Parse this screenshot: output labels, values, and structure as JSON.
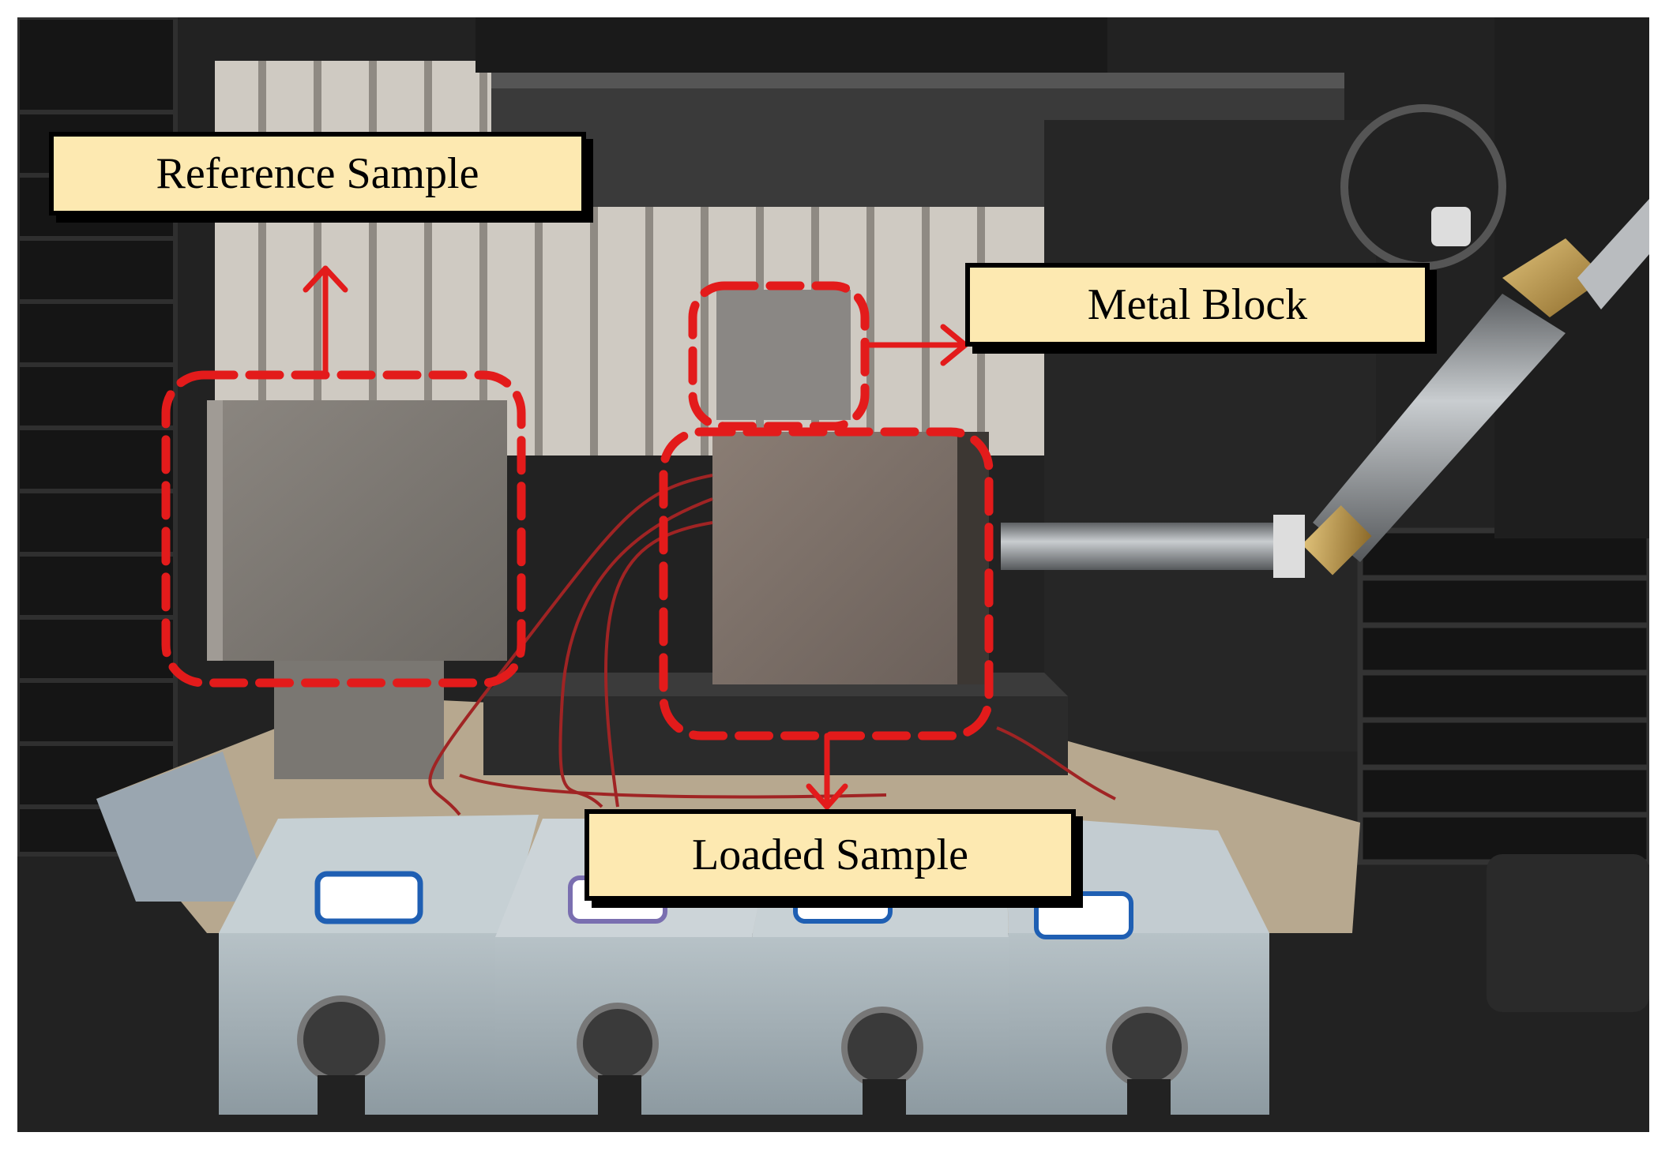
{
  "labels": {
    "reference_sample": "Reference Sample",
    "metal_block": "Metal Block",
    "loaded_sample": "Loaded Sample"
  },
  "colors": {
    "callout_fill": "#fde9b1",
    "callout_border": "#000000",
    "highlight_dash": "#e31b1b"
  }
}
